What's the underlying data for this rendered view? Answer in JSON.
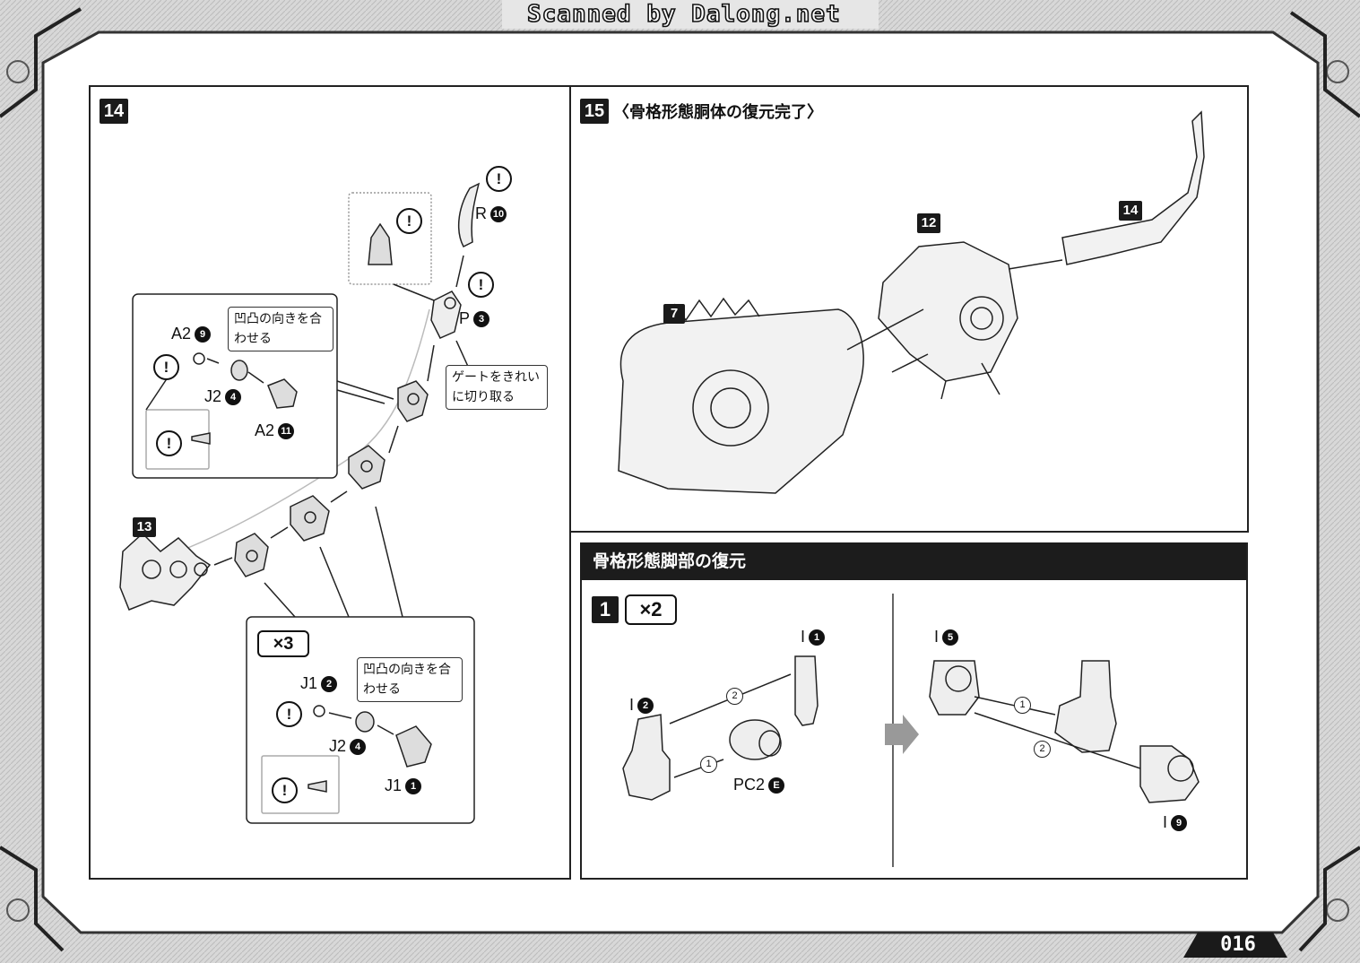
{
  "watermark": "Scanned by Dalong.net",
  "page_number": "016",
  "step14": {
    "number": "14",
    "parts": {
      "a2_9": "A2",
      "a2_9_num": "9",
      "j2_top": "J2",
      "j2_top_num": "4",
      "a2_11": "A2",
      "a2_11_num": "11",
      "r10": "R",
      "r10_num": "10",
      "p3": "P",
      "p3_num": "3",
      "j1_2": "J1",
      "j1_2_num": "2",
      "j2_bottom": "J2",
      "j2_bottom_num": "4",
      "j1_1": "J1",
      "j1_1_num": "1",
      "ref13": "13"
    },
    "callout_align_1": "凹凸の向きを合わせる",
    "callout_align_2": "凹凸の向きを合わせる",
    "callout_gate": "ゲートをきれいに切り取る",
    "multiplier": "×3",
    "caution": "!"
  },
  "step15": {
    "number": "15",
    "title": "〈骨格形態胴体の復元完了〉",
    "refs": [
      "12",
      "14",
      "7"
    ]
  },
  "legs": {
    "header": "骨格形態脚部の復元",
    "step": "1",
    "multiplier": "×2",
    "left": {
      "i1": "I",
      "i1_num": "1",
      "i2": "I",
      "i2_num": "2",
      "pc2": "PC2",
      "pc2_num": "E",
      "order1": "1",
      "order2": "2"
    },
    "right": {
      "i5": "I",
      "i5_num": "5",
      "i9": "I",
      "i9_num": "9",
      "order1": "1",
      "order2": "2"
    }
  }
}
